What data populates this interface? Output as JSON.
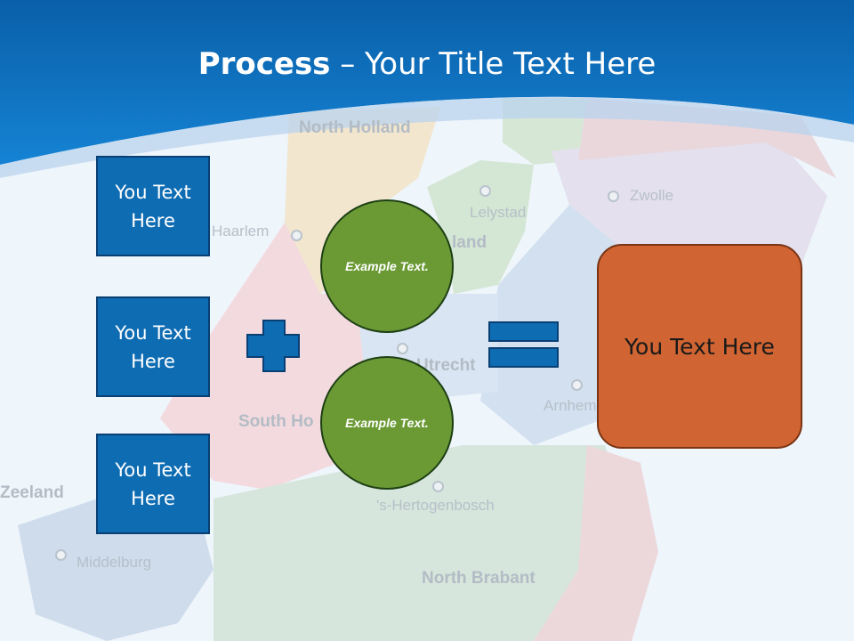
{
  "slide": {
    "title_bold": "Process",
    "title_rest": " – Your Title Text Here"
  },
  "boxes": [
    {
      "text": "You Text Here"
    },
    {
      "text": "You Text Here"
    },
    {
      "text": "You Text Here"
    }
  ],
  "circles": [
    {
      "text": "Example Text."
    },
    {
      "text": "Example Text."
    }
  ],
  "result": {
    "text": "You Text Here"
  },
  "map_labels": {
    "north_holland": "North Holland",
    "haarlem": "Haarlem",
    "lelystad": "Lelystad",
    "flevoland_partial": "land",
    "zwolle": "Zwolle",
    "utrecht": "Utrecht",
    "arnhem": "Arnhem",
    "south_holland_partial": "South Ho",
    "zeeland": "Zeeland",
    "middelburg": "Middelburg",
    "hertogenbosch": "'s-Hertogenbosch",
    "north_brabant": "North Brabant"
  },
  "colors": {
    "header_blue": "#0b67b8",
    "box_blue": "#0e6cb3",
    "circle_green": "#6b9a35",
    "result_orange": "#d06432"
  }
}
